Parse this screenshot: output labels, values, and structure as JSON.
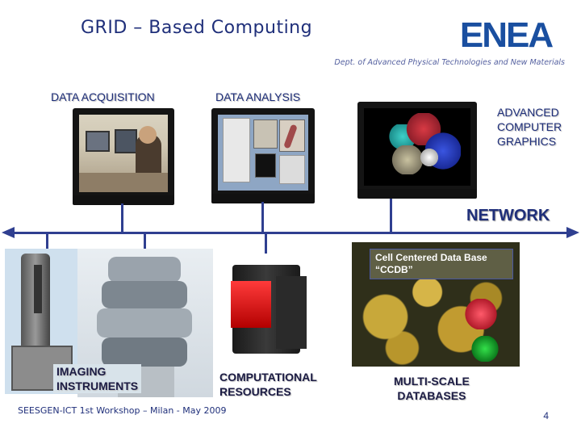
{
  "title": "GRID – Based Computing",
  "department": "Dept. of Advanced Physical Technologies and New Materials",
  "logo_text": "ENEA",
  "labels": {
    "data_acquisition": "DATA  ACQUISITION",
    "data_analysis": "DATA ANALYSIS",
    "advanced_graphics": [
      "ADVANCED",
      "COMPUTER",
      "GRAPHICS"
    ],
    "network": "NETWORK",
    "ccdb": [
      "Cell Centered Data Base",
      "“CCDB”"
    ],
    "imaging_instruments": [
      "IMAGING",
      "INSTRUMENTS"
    ],
    "computational_resources": [
      "COMPUTATIONAL",
      "RESOURCES"
    ],
    "multiscale_databases": [
      "MULTI-SCALE",
      "DATABASES"
    ]
  },
  "footer": "SEESGEN-ICT 1st Workshop – Milan - May 2009",
  "page_number": "4",
  "colors": {
    "title": "#1f2f7a",
    "network_line": "#2f3f90",
    "logo": "#1a4fa0"
  }
}
